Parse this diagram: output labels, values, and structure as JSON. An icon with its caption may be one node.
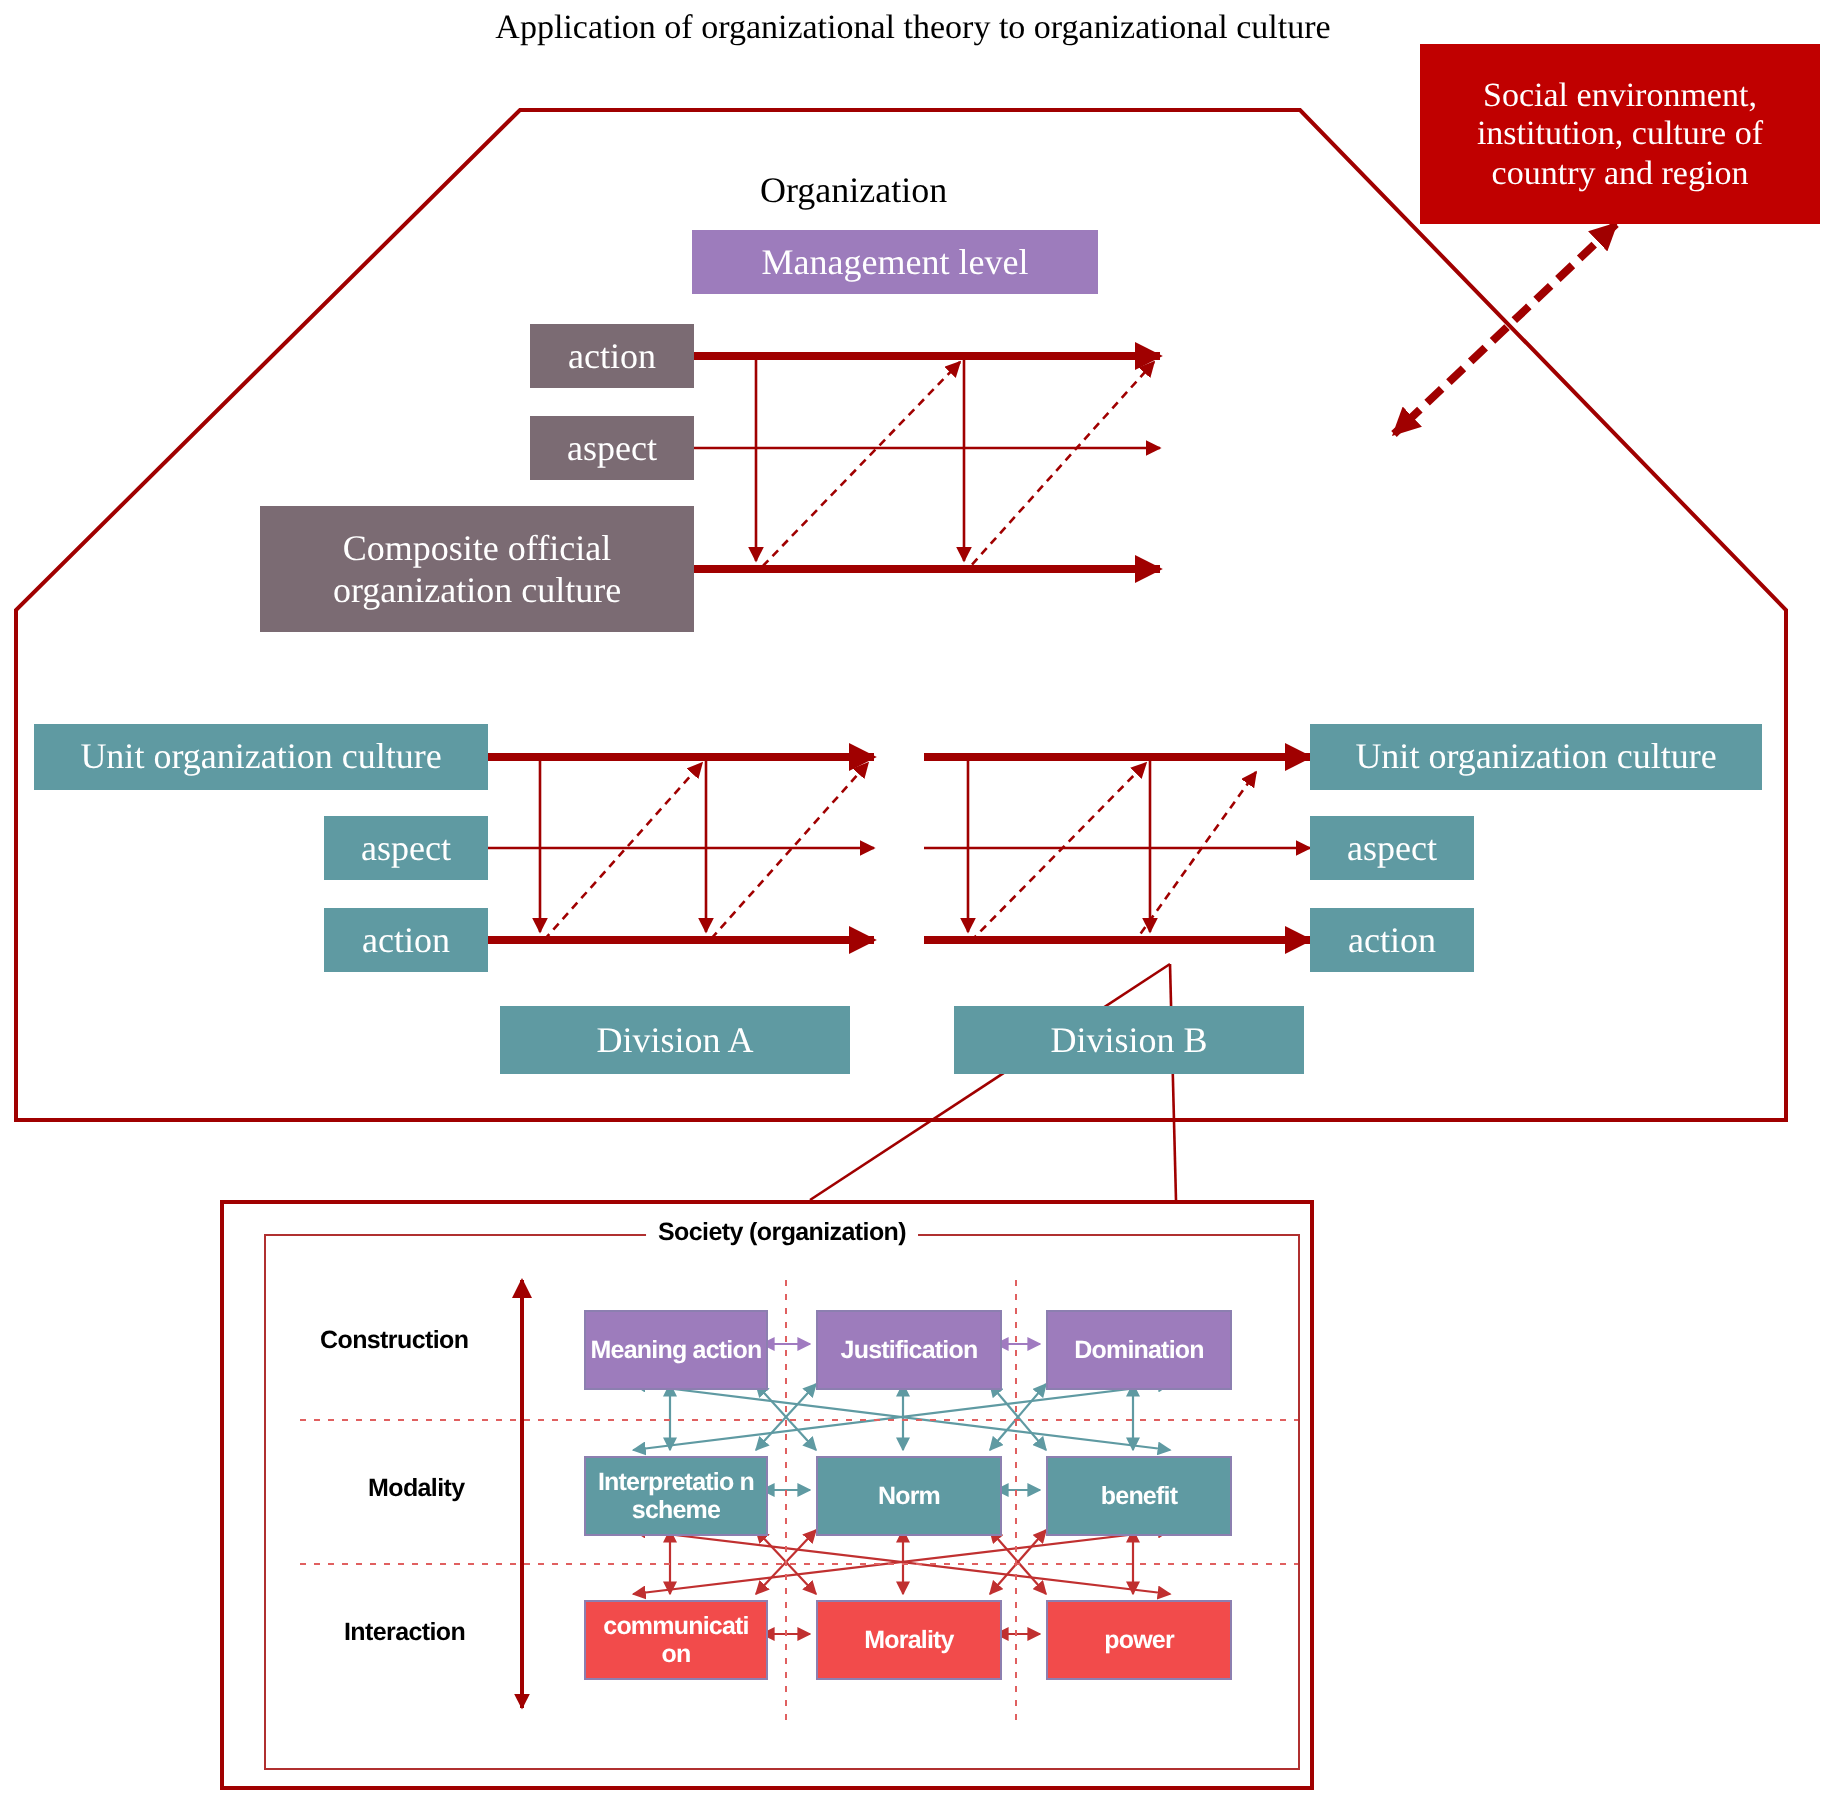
{
  "diagram": {
    "title": "Application of organizational theory to organizational culture",
    "nodes": [
      {
        "text": [
          "Organization"
        ]
      },
      {
        "text": [
          "Social environment, institution, culture of country and region"
        ]
      },
      {
        "text": [
          "Management level"
        ],
        "in": 0
      },
      {
        "text": [
          "action"
        ],
        "in": 0
      },
      {
        "text": [
          "aspect"
        ],
        "in": 0
      },
      {
        "text": [
          "Composite official organization culture"
        ],
        "in": 0
      },
      {
        "text": [
          "Unit organization culture"
        ],
        "in": 0
      },
      {
        "text": [
          "aspect"
        ],
        "in": 0
      },
      {
        "text": [
          "action"
        ],
        "in": 0
      },
      {
        "text": [
          "Division A"
        ],
        "in": 0
      },
      {
        "text": [
          "Unit organization culture"
        ],
        "in": 0
      },
      {
        "text": [
          "aspect"
        ],
        "in": 0
      },
      {
        "text": [
          "action"
        ],
        "in": 0
      },
      {
        "text": [
          "Division B"
        ],
        "in": 0
      },
      {
        "text": [],
        "shape": "box"
      },
      {
        "text": [
          "Society (organization)"
        ],
        "in": 14
      },
      {
        "text": [
          "Meaning action"
        ],
        "in": 15
      },
      {
        "text": [
          "Justification"
        ],
        "in": 15
      },
      {
        "text": [
          "Domination"
        ],
        "in": 15
      },
      {
        "text": [
          "Interpretatio n scheme"
        ],
        "in": 15
      },
      {
        "text": [
          "Norm"
        ],
        "in": 15
      },
      {
        "text": [
          "benefit"
        ],
        "in": 15
      },
      {
        "text": [
          "communicati on"
        ],
        "in": 15
      },
      {
        "text": [
          "Morality"
        ],
        "in": 15
      },
      {
        "text": [
          "power"
        ],
        "in": 15
      }
    ],
    "edges": [
      {
        "from": 3,
        "to": null,
        "arrow": "to",
        "style": "thick",
        "color": "#a00000"
      },
      {
        "from": 4,
        "to": null,
        "arrow": "to",
        "color": "#a00000"
      },
      {
        "from": 5,
        "to": null,
        "arrow": "to",
        "style": "thick",
        "color": "#a00000"
      },
      {
        "from": 6,
        "to": null,
        "arrow": "to",
        "style": "thick",
        "color": "#a00000"
      },
      {
        "from": 7,
        "to": null,
        "arrow": "to",
        "color": "#a00000"
      },
      {
        "from": 8,
        "to": null,
        "arrow": "to",
        "style": "thick",
        "color": "#a00000"
      },
      {
        "from": null,
        "to": 10,
        "arrow": "to",
        "style": "thick",
        "color": "#a00000"
      },
      {
        "from": null,
        "to": 11,
        "arrow": "to",
        "color": "#a00000"
      },
      {
        "from": null,
        "to": 12,
        "arrow": "to",
        "style": "thick",
        "color": "#a00000"
      },
      {
        "from": 1,
        "to": 0,
        "arrow": "both",
        "style": "dashed",
        "color": "#a00000"
      },
      {
        "from": null,
        "to": 14,
        "arrow": "none",
        "color": "#a00000"
      },
      {
        "from": null,
        "to": 14,
        "arrow": "none",
        "color": "#a00000"
      },
      {
        "from": 16,
        "to": 17,
        "arrow": "both",
        "color": "#a07ac0"
      },
      {
        "from": 17,
        "to": 18,
        "arrow": "both",
        "color": "#a07ac0"
      },
      {
        "from": 19,
        "to": 20,
        "arrow": "both",
        "color": "#5f9aa2"
      },
      {
        "from": 20,
        "to": 21,
        "arrow": "both",
        "color": "#5f9aa2"
      },
      {
        "from": 22,
        "to": 23,
        "arrow": "both",
        "color": "#c03030"
      },
      {
        "from": 23,
        "to": 24,
        "arrow": "both",
        "color": "#c03030"
      },
      {
        "from": 16,
        "to": 19,
        "arrow": "both",
        "color": "#5f9aa2"
      },
      {
        "from": 17,
        "to": 20,
        "arrow": "both",
        "color": "#5f9aa2"
      },
      {
        "from": 18,
        "to": 21,
        "arrow": "both",
        "color": "#5f9aa2"
      },
      {
        "from": 16,
        "to": 20,
        "arrow": "both",
        "color": "#5f9aa2"
      },
      {
        "from": 17,
        "to": 19,
        "arrow": "both",
        "color": "#5f9aa2"
      },
      {
        "from": 17,
        "to": 21,
        "arrow": "both",
        "color": "#5f9aa2"
      },
      {
        "from": 18,
        "to": 20,
        "arrow": "both",
        "color": "#5f9aa2"
      },
      {
        "from": 16,
        "to": 21,
        "arrow": "both",
        "color": "#5f9aa2"
      },
      {
        "from": 19,
        "to": 18,
        "arrow": "both",
        "color": "#5f9aa2"
      },
      {
        "from": 19,
        "to": 22,
        "arrow": "both",
        "color": "#c03030"
      },
      {
        "from": 20,
        "to": 23,
        "arrow": "both",
        "color": "#c03030"
      },
      {
        "from": 21,
        "to": 24,
        "arrow": "both",
        "color": "#c03030"
      },
      {
        "from": 19,
        "to": 23,
        "arrow": "both",
        "color": "#c03030"
      },
      {
        "from": 20,
        "to": 22,
        "arrow": "both",
        "color": "#c03030"
      },
      {
        "from": 20,
        "to": 24,
        "arrow": "both",
        "color": "#c03030"
      },
      {
        "from": 21,
        "to": 23,
        "arrow": "both",
        "color": "#c03030"
      },
      {
        "from": 19,
        "to": 24,
        "arrow": "both",
        "color": "#c03030"
      },
      {
        "from": 22,
        "to": 21,
        "arrow": "both",
        "color": "#c03030"
      },
      {
        "from": 3,
        "to": null,
        "arrow": "to",
        "color": "#a00000"
      },
      {
        "from": 3,
        "to": null,
        "arrow": "to",
        "color": "#a00000"
      },
      {
        "from": 5,
        "to": null,
        "arrow": "to",
        "style": "dashed",
        "color": "#a00000"
      },
      {
        "from": 5,
        "to": null,
        "arrow": "to",
        "style": "dashed",
        "color": "#a00000"
      },
      {
        "from": 6,
        "to": null,
        "arrow": "to",
        "color": "#a00000"
      },
      {
        "from": 6,
        "to": null,
        "arrow": "to",
        "color": "#a00000"
      },
      {
        "from": 8,
        "to": null,
        "arrow": "to",
        "style": "dashed",
        "color": "#a00000"
      },
      {
        "from": 8,
        "to": null,
        "arrow": "to",
        "style": "dashed",
        "color": "#a00000"
      },
      {
        "from": 10,
        "to": null,
        "arrow": "to",
        "color": "#a00000"
      },
      {
        "from": 10,
        "to": null,
        "arrow": "to",
        "color": "#a00000"
      },
      {
        "from": 12,
        "to": null,
        "arrow": "to",
        "style": "dashed",
        "color": "#a00000"
      },
      {
        "from": 12,
        "to": null,
        "arrow": "to",
        "style": "dashed",
        "color": "#a00000"
      }
    ],
    "labels": [
      "Construction",
      "Modality",
      "Interaction"
    ]
  }
}
